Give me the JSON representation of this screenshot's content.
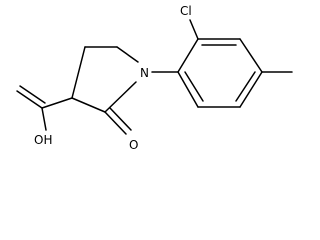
{
  "structure": {
    "atoms": {
      "chlorine": "Cl",
      "ring_nitrogen": "N",
      "ketone_oxygen": "O",
      "hydroxyl": "OH"
    }
  }
}
